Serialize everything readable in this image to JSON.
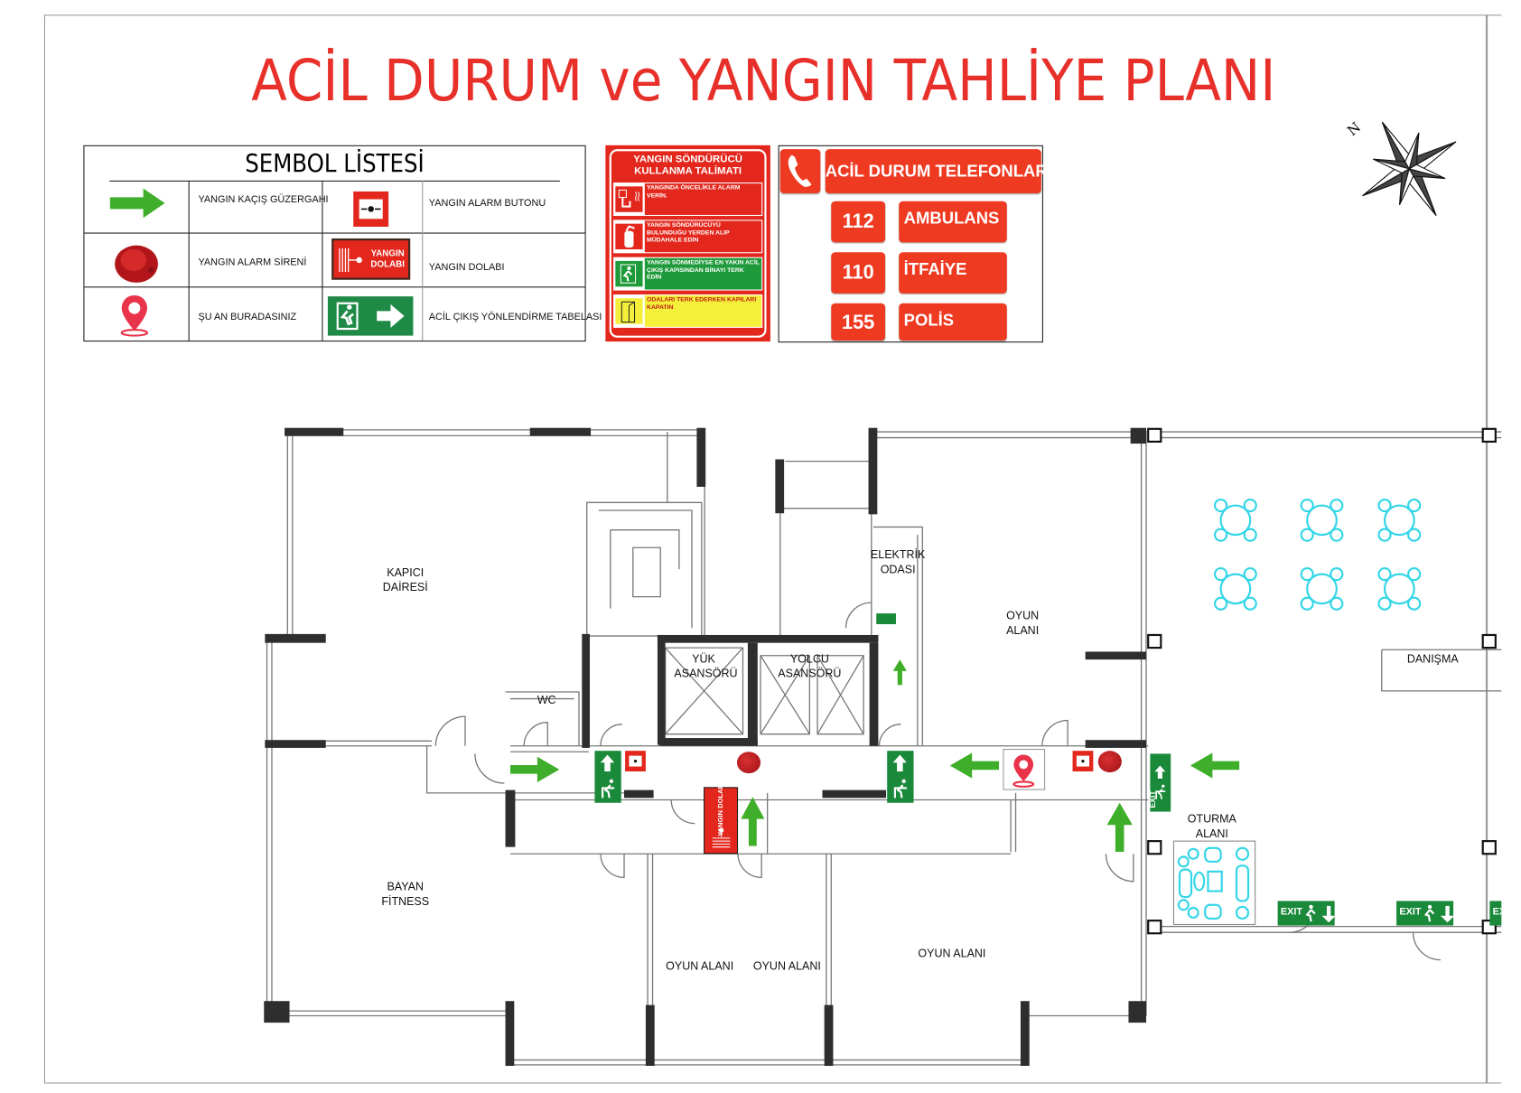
{
  "title": "ACİL DURUM ve YANGIN TAHLİYE PLANI",
  "symbol_list": {
    "header": "SEMBOL LİSTESİ",
    "items": [
      {
        "icon": "green-arrow-icon",
        "label": "YANGIN KAÇIŞ GÜZERGAHI"
      },
      {
        "icon": "fire-alarm-button-icon",
        "label": "YANGIN ALARM BUTONU"
      },
      {
        "icon": "alarm-siren-icon",
        "label": "YANGIN ALARM SİRENİ"
      },
      {
        "icon": "fire-cabinet-icon",
        "label": "YANGIN DOLABI",
        "sign_text": "YANGIN DOLABI"
      },
      {
        "icon": "location-pin-icon",
        "label": "ŞU AN BURADASINIZ"
      },
      {
        "icon": "exit-direction-sign-icon",
        "label": "ACİL ÇIKIŞ YÖNLENDİRME TABELASI"
      }
    ]
  },
  "extinguisher_instructions": {
    "title": "YANGIN SÖNDÜRÜCÜ KULLANMA TALİMATI",
    "steps": [
      {
        "text": "YANGINDA ÖNCELİKLE ALARM VERİN.",
        "color": "#e3271d"
      },
      {
        "text": "YANGIN SÖNDÜRÜCÜYÜ BULUNDUĞU YERDEN ALIP MÜDAHALE EDİN",
        "color": "#e3271d"
      },
      {
        "text": "YANGIN SÖNMEDİYSE EN YAKIN ACİL ÇIKIŞ KAPISINDAN BİNAYI TERK EDİN",
        "color": "#1f9a3b"
      },
      {
        "text": "ODALARI TERK EDERKEN KAPILARI KAPATIN",
        "color": "#f3ef3a"
      }
    ]
  },
  "emergency_phones": {
    "title": "ACİL DURUM TELEFONLARI",
    "entries": [
      {
        "number": "112",
        "name": "AMBULANS"
      },
      {
        "number": "110",
        "name": "İTFAİYE"
      },
      {
        "number": "155",
        "name": "POLİS"
      }
    ]
  },
  "compass": {
    "north_label": "N"
  },
  "floor_plan": {
    "rooms": [
      "KAPICI DAİRESİ",
      "ELEKTRİK ODASI",
      "OYUN ALANI",
      "DANIŞMA",
      "YÜK ASANSÖRÜ",
      "YOLCU ASANSÖRÜ",
      "WC",
      "OTURMA ALANI",
      "BAYAN FİTNESS",
      "OYUN ALANI",
      "OYUN ALANI",
      "OYUN ALANI"
    ],
    "exit_sign_text": "EXIT",
    "cabinet_text": "YANGIN DOLABI"
  },
  "colors": {
    "title_red": "#e8302a",
    "escape_green": "#3fae2a",
    "exit_green": "#1a8a3a",
    "furniture_cyan": "#33d6e6"
  }
}
